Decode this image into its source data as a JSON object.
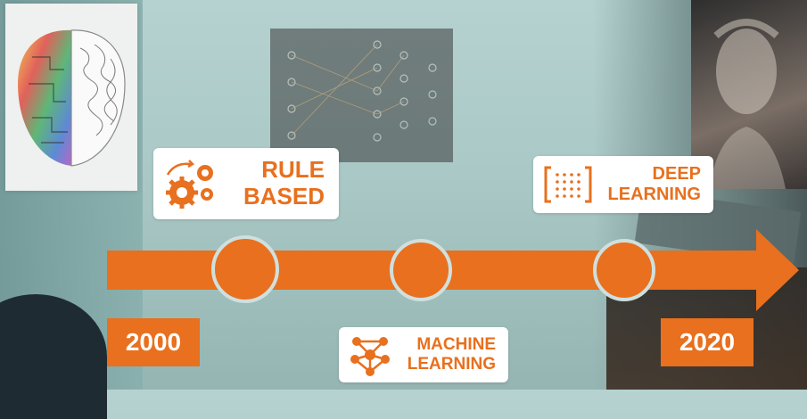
{
  "timeline": {
    "stages": [
      {
        "label_line1": "RULE",
        "label_line2": "BASED",
        "icon": "gears-icon"
      },
      {
        "label_line1": "MACHINE",
        "label_line2": "LEARNING",
        "icon": "neural-network-icon"
      },
      {
        "label_line1": "DEEP",
        "label_line2": "LEARNING",
        "icon": "matrix-brackets-icon"
      }
    ],
    "start_year": "2000",
    "end_year": "2020",
    "accent_color": "#e8701e"
  }
}
